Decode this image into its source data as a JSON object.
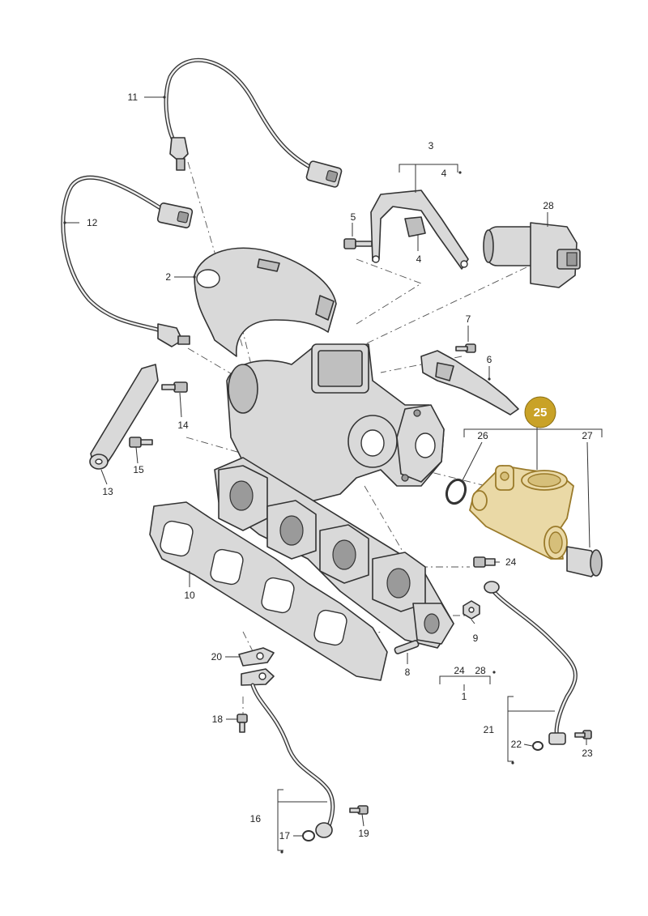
{
  "labels": {
    "p1": "1",
    "p2": "2",
    "p3": "3",
    "p4a": "4",
    "p4b": "4",
    "p5": "5",
    "p6": "6",
    "p7": "7",
    "p8": "8",
    "p9": "9",
    "p10": "10",
    "p11": "11",
    "p12": "12",
    "p13": "13",
    "p14": "14",
    "p15": "15",
    "p16": "16",
    "p17": "17",
    "p18": "18",
    "p19": "19",
    "p20": "20",
    "p21": "21",
    "p22": "22",
    "p23": "23",
    "p24a": "24",
    "p24b": "24",
    "p25": "25",
    "p26": "26",
    "p27": "27",
    "p28a": "28",
    "p28b": "28"
  },
  "colors": {
    "highlight_badge": "#c9a227",
    "highlight_part": "#ead9a6"
  }
}
